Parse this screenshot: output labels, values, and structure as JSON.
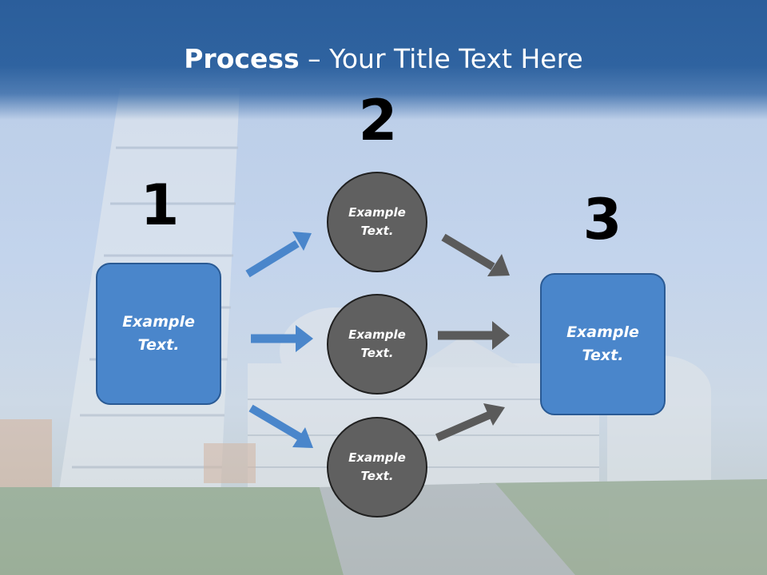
{
  "title": {
    "bold": "Process",
    "rest": " – Your Title Text Here"
  },
  "steps": [
    {
      "number": "1",
      "text1": "Example",
      "text2": "Text."
    },
    {
      "number": "2"
    },
    {
      "number": "3",
      "text1": "Example",
      "text2": "Text."
    }
  ],
  "circles": [
    {
      "text1": "Example",
      "text2": "Text."
    },
    {
      "text1": "Example",
      "text2": "Text."
    },
    {
      "text1": "Example",
      "text2": "Text."
    }
  ],
  "colors": {
    "header": "#2f63a0",
    "box_fill": "#4a86cb",
    "circle_fill": "#606060",
    "blue_arrow": "#4a86cb",
    "gray_arrow": "#5a5a5a"
  },
  "background": "photo of Leaning Tower of Pisa and cathedral square, faded"
}
